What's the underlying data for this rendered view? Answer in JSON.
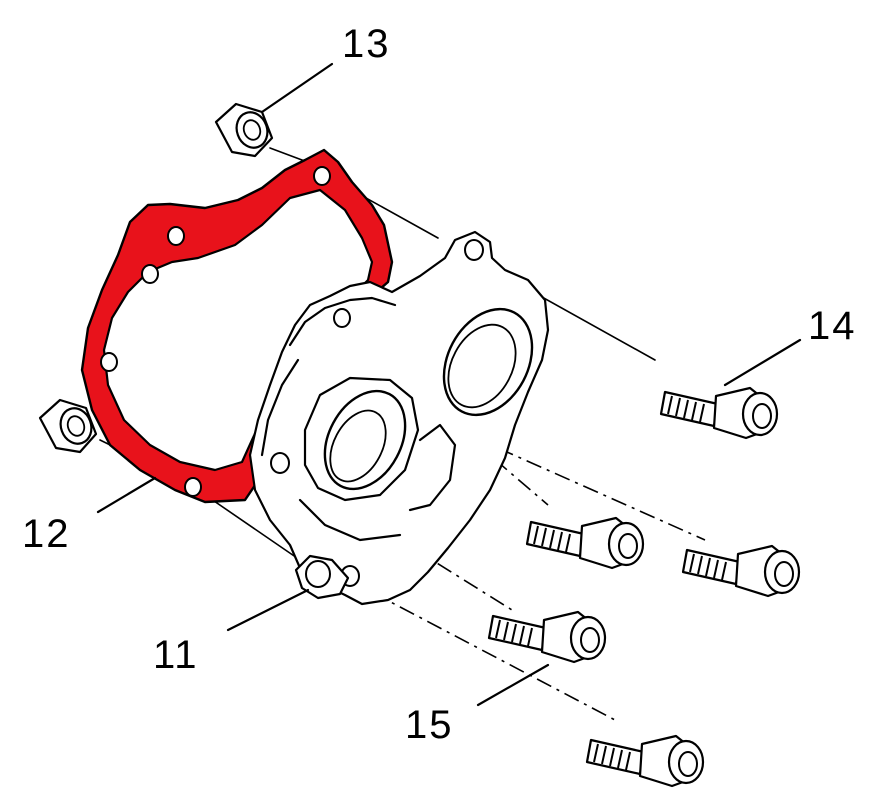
{
  "callouts": {
    "c11": "11",
    "c12": "12",
    "c13": "13",
    "c14": "14",
    "c15": "15"
  },
  "colors": {
    "gasket_fill": "#e8121b",
    "line": "#000000",
    "background": "#ffffff"
  }
}
